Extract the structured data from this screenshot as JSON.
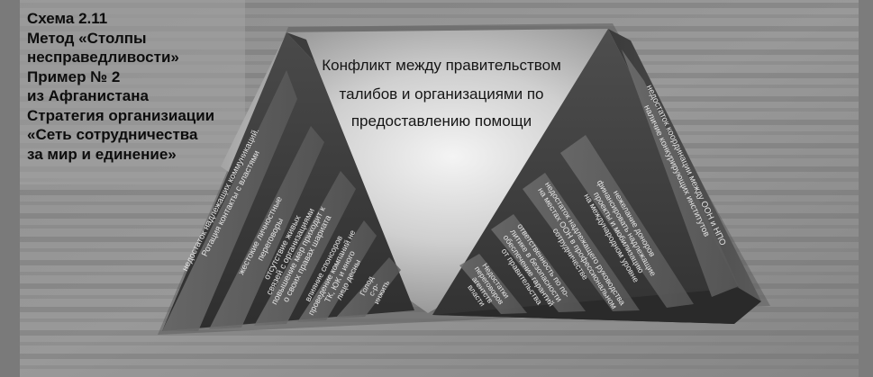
{
  "caption": {
    "lines": [
      "Схема 2.11",
      "Метод «Столпы",
      "несправедливости»",
      "Пример № 2",
      "из Афганистана",
      "Стратегия организиации",
      "«Сеть сотрудничества",
      "за мир и единение»"
    ]
  },
  "center": {
    "lines": [
      "Конфликт между правительством",
      "талибов и организациями по",
      "предоставлению помощи"
    ]
  },
  "left_pillar": {
    "labels": [
      [
        "недостаток надлежащих коммуникаций.",
        "Ротация контакты с властями"
      ],
      [
        "жестокие личностные",
        "переговоры"
      ],
      [
        "отсутствие живых",
        "связей с организациями",
        "повышение мер приходит к",
        "о своих правах шариата"
      ],
      [
        "влияние спонсоров",
        "проведение компаний не",
        "ТК, ЮК и иного",
        "лицо десны"
      ],
      [
        "Голод",
        "с-р-",
        "инжить"
      ]
    ]
  },
  "right_pillar": {
    "labels": [
      [
        "недостаток координации между ООН и НПО",
        "наличие конкурирующих институтов"
      ],
      [
        "нежелание доноров",
        "финансировать надлежащие",
        "проекты и мобилизацию",
        "на международном уровне"
      ],
      [
        "недостаток надлежащего руководства",
        "на местах ООН в профессиональном",
        "сотрудничестве"
      ],
      [
        "ответственность по по-",
        "литике в безопасности",
        "обеспечение гарантий",
        "от правительства"
      ],
      [
        "Недостатки",
        "переговоров",
        "агентств",
        "власти"
      ]
    ]
  },
  "colors": {
    "paper": "#8c8c8c",
    "ink": "#0d0d0d"
  }
}
